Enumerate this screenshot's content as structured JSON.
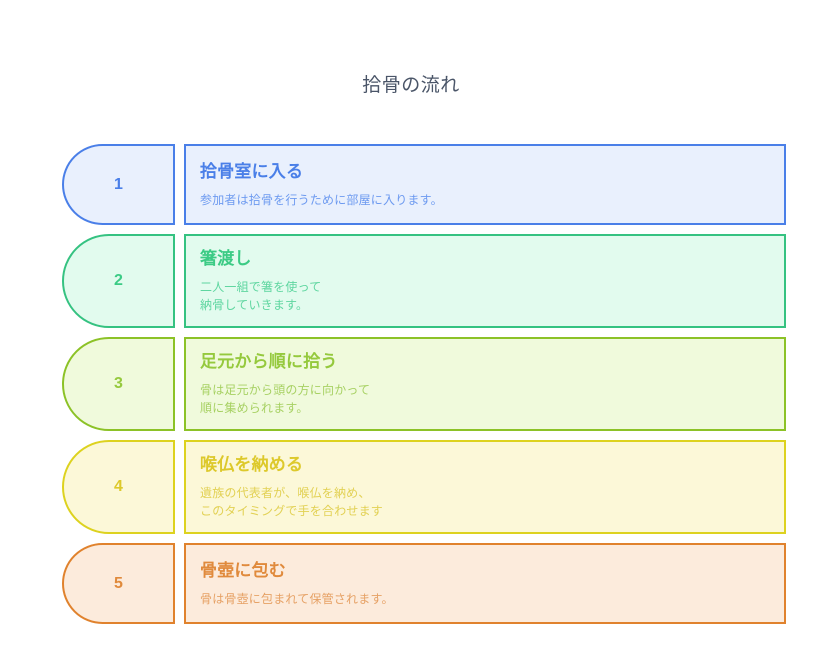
{
  "page": {
    "title": "拾骨の流れ",
    "background_color": "#ffffff",
    "title_color": "#4a5568"
  },
  "flow": {
    "steps": [
      {
        "number": "1",
        "title": "拾骨室に入る",
        "description": "参加者は拾骨を行うために部屋に入ります。",
        "theme": "blue",
        "border_color": "#4a7fe8",
        "fill_color": "#e9f0fd",
        "text_color": "#4a7fe8",
        "desc_color": "#6d9af0",
        "lines": 1
      },
      {
        "number": "2",
        "title": "箸渡し",
        "description": "二人一組で箸を使って\n納骨していきます。",
        "theme": "green",
        "border_color": "#35c281",
        "fill_color": "#e2fbee",
        "text_color": "#3ccb85",
        "desc_color": "#5fd6a0",
        "lines": 2
      },
      {
        "number": "3",
        "title": "足元から順に拾う",
        "description": "骨は足元から頭の方に向かって\n順に集められます。",
        "theme": "lime",
        "border_color": "#8cc227",
        "fill_color": "#f0fadc",
        "text_color": "#95c93d",
        "desc_color": "#a7d163",
        "lines": 2
      },
      {
        "number": "4",
        "title": "喉仏を納める",
        "description": "遺族の代表者が、喉仏を納め、\nこのタイミングで手を合わせます",
        "theme": "yellow",
        "border_color": "#ddd21f",
        "fill_color": "#fcf8d8",
        "text_color": "#ddc92b",
        "desc_color": "#e2d154",
        "lines": 2
      },
      {
        "number": "5",
        "title": "骨壺に包む",
        "description": "骨は骨壺に包まれて保管されます。",
        "theme": "orange",
        "border_color": "#e0822d",
        "fill_color": "#fcebdc",
        "text_color": "#e08a3c",
        "desc_color": "#e6a165",
        "lines": 1
      }
    ]
  }
}
